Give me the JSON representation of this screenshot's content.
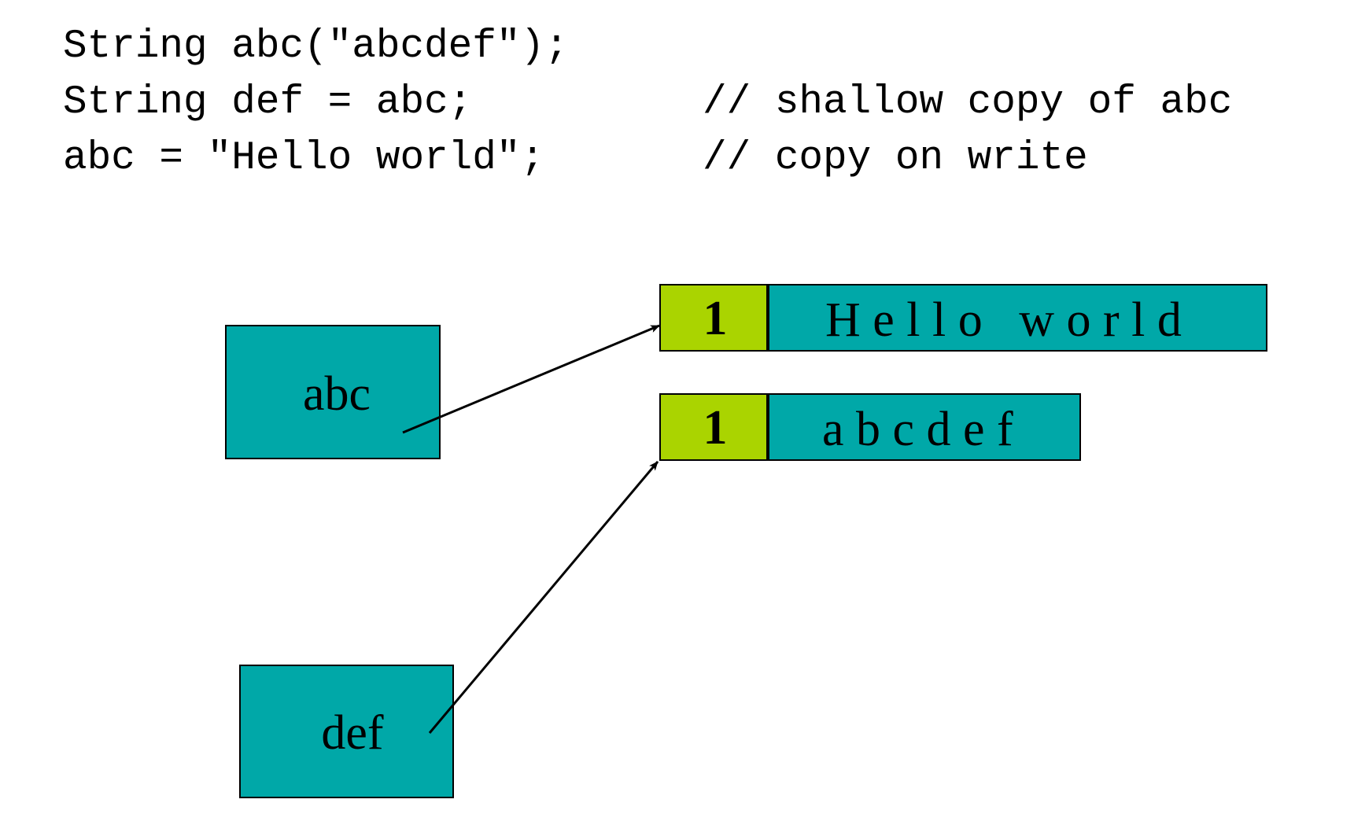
{
  "code": {
    "lines": [
      {
        "code": "String abc(\"abcdef\");",
        "comment": ""
      },
      {
        "code": "String def = abc;",
        "comment": "// shallow copy of abc"
      },
      {
        "code": "abc = \"Hello world\";",
        "comment": "// copy on write"
      }
    ]
  },
  "diagram": {
    "variables": [
      {
        "label": "abc"
      },
      {
        "label": "def"
      }
    ],
    "strings": [
      {
        "ref_count": "1",
        "text": "H e l l o   w o r l d"
      },
      {
        "ref_count": "1",
        "text": "a b c d e f"
      }
    ],
    "colors": {
      "box_fill": "#00A8A8",
      "count_fill": "#AAD400",
      "stroke": "#000000"
    }
  }
}
